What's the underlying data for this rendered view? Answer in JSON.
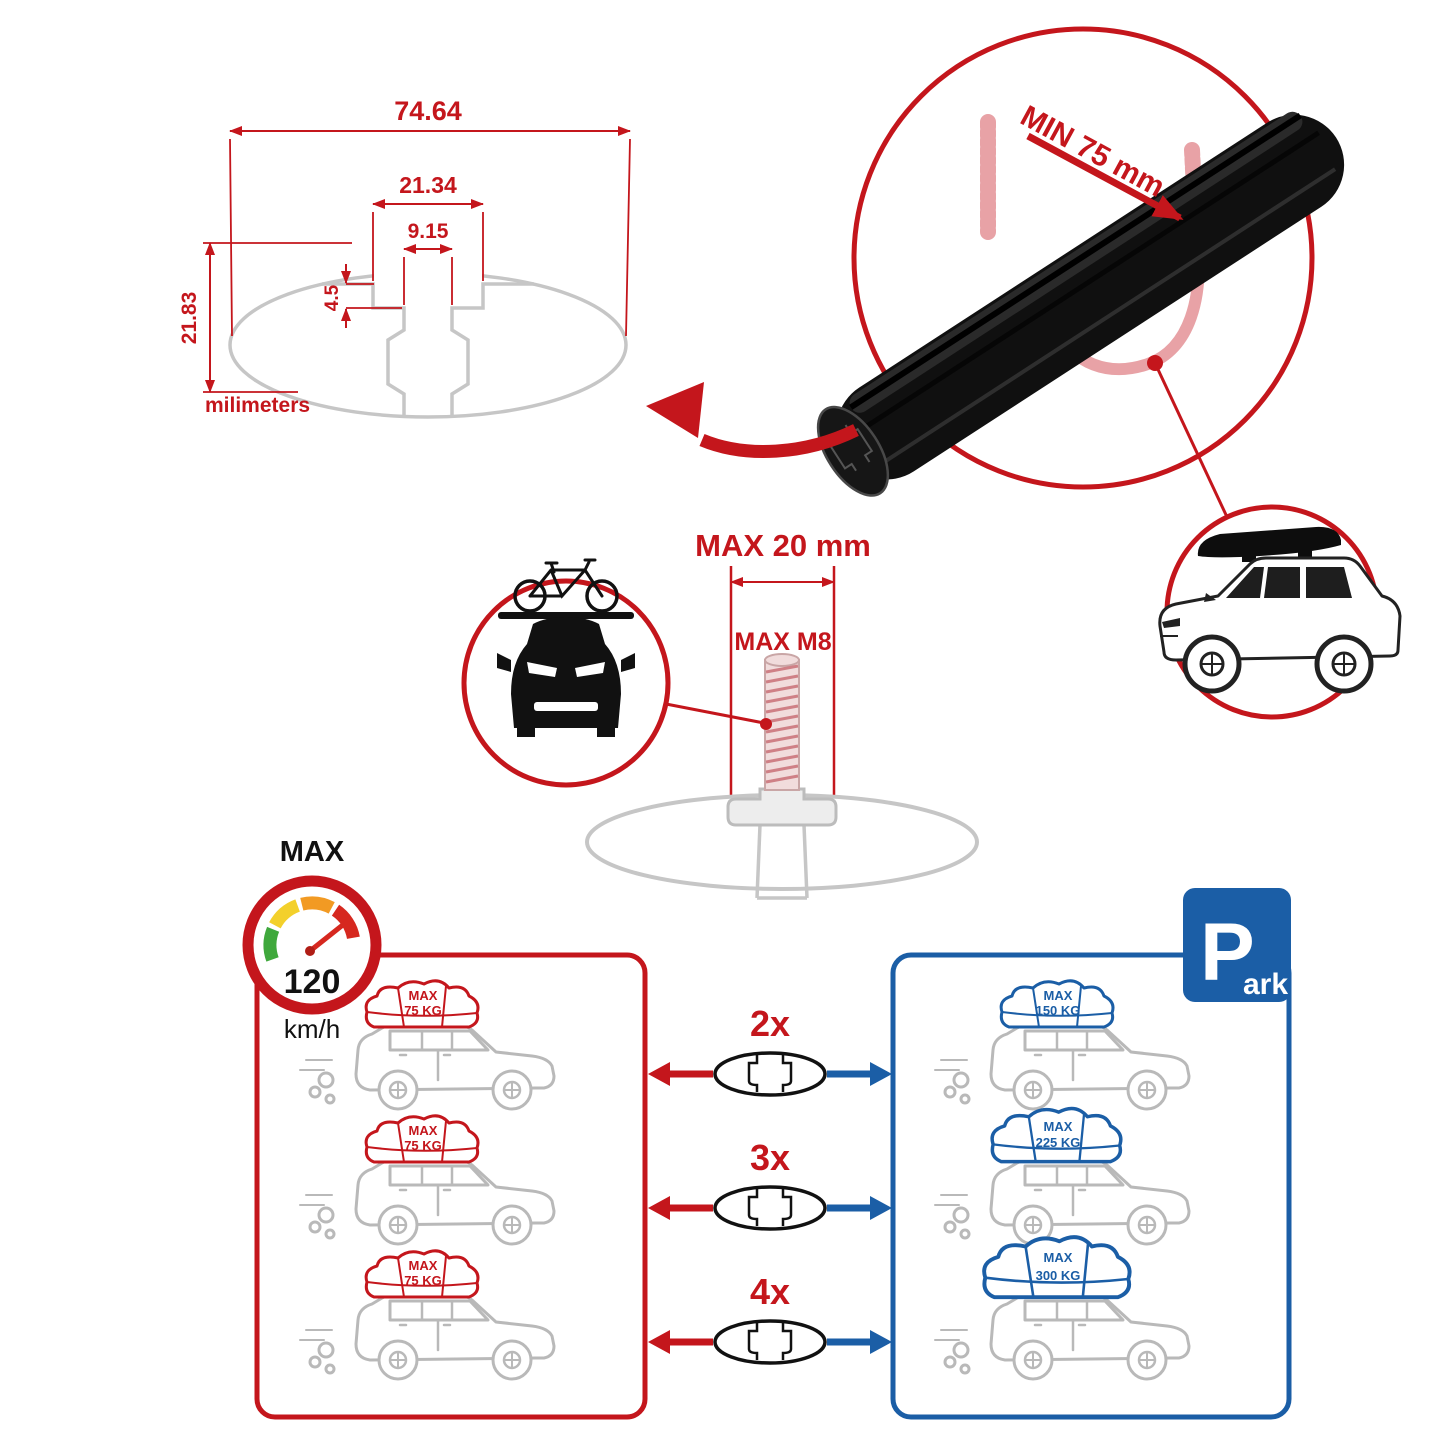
{
  "colors": {
    "red": "#c4161c",
    "blue": "#1b5ea6",
    "pink_sketch": "#e8a2a6",
    "profile_gray": "#c6c6c6",
    "car_gray": "#b9b9b9",
    "bar_black": "#101010"
  },
  "dimensions": {
    "total_width": "74.64",
    "slot_outer_width": "21.34",
    "slot_inner_width": "9.15",
    "lip_depth": "4.5",
    "total_height": "21.83",
    "units_label": "milimeters"
  },
  "clamp": {
    "min_grip": "MIN 75 mm"
  },
  "bolt": {
    "max_length": "MAX 20 mm",
    "max_thread": "MAX M8"
  },
  "speed_limit": {
    "label": "MAX",
    "value": "120",
    "units": "km/h"
  },
  "parking": {
    "letter": "P",
    "rest": "ark"
  },
  "capacity": {
    "multipliers": [
      "2x",
      "3x",
      "4x"
    ],
    "single_bar_cars": [
      {
        "label": "MAX",
        "weight": "75 KG"
      },
      {
        "label": "MAX",
        "weight": "75 KG"
      },
      {
        "label": "MAX",
        "weight": "75 KG"
      }
    ],
    "multi_bar_cars": [
      {
        "label": "MAX",
        "weight": "150 KG"
      },
      {
        "label": "MAX",
        "weight": "225 KG"
      },
      {
        "label": "MAX",
        "weight": "300 KG"
      }
    ]
  }
}
